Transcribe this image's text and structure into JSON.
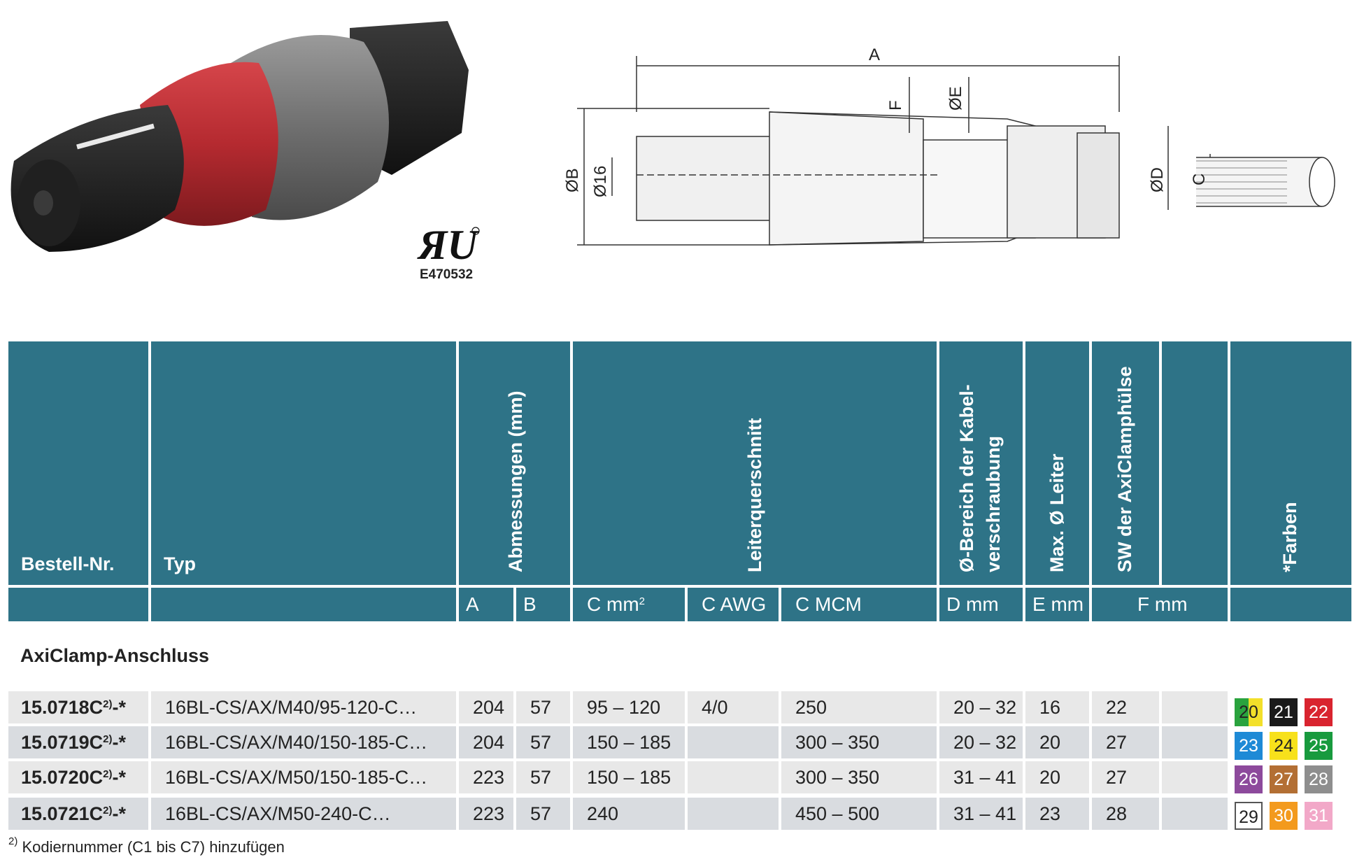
{
  "cert_code": "E470532",
  "drawing_labels": {
    "a": "A",
    "b": "ØB",
    "d16": "Ø16",
    "f": "F",
    "e": "ØE",
    "d": "ØD",
    "c": "C"
  },
  "table": {
    "header": {
      "bestell": "Bestell-Nr.",
      "typ": "Typ",
      "abmessungen": "Abmessungen (mm)",
      "leiterquerschnitt": "Leiterquerschnitt",
      "bereich_line1": "Ø-Bereich der Kabel-",
      "bereich_line2": "verschraubung",
      "max_leiter": "Max. Ø Leiter",
      "sw": "SW der AxiClamphülse",
      "farben": "*Farben"
    },
    "subheader": {
      "a": "A",
      "b": "B",
      "c_mm": "C mm",
      "c_mm_sup": "2",
      "c_awg": "C AWG",
      "c_mcm": "C MCM",
      "d": "D mm",
      "e": "E mm",
      "f": "F mm"
    },
    "section": "AxiClamp-Anschluss",
    "rows": [
      {
        "nr": "15.0718C",
        "sup": "2)",
        "suffix": "-*",
        "typ": "16BL-CS/AX/M40/95-120-C…",
        "a": "204",
        "b": "57",
        "cmm": "95 – 120",
        "awg": "4/0",
        "mcm": "250",
        "d": "20 – 32",
        "e": "16",
        "f": "22"
      },
      {
        "nr": "15.0719C",
        "sup": "2)",
        "suffix": "-*",
        "typ": "16BL-CS/AX/M40/150-185-C…",
        "a": "204",
        "b": "57",
        "cmm": "150 – 185",
        "awg": "",
        "mcm": "300 – 350",
        "d": "20 – 32",
        "e": "20",
        "f": "27"
      },
      {
        "nr": "15.0720C",
        "sup": "2)",
        "suffix": "-*",
        "typ": "16BL-CS/AX/M50/150-185-C…",
        "a": "223",
        "b": "57",
        "cmm": "150 – 185",
        "awg": "",
        "mcm": "300 – 350",
        "d": "31 – 41",
        "e": "20",
        "f": "27"
      },
      {
        "nr": "15.0721C",
        "sup": "2)",
        "suffix": "-*",
        "typ": "16BL-CS/AX/M50-240-C…",
        "a": "223",
        "b": "57",
        "cmm": "240",
        "awg": "",
        "mcm": "450 – 500",
        "d": "31 – 41",
        "e": "23",
        "f": "28"
      }
    ],
    "colors": [
      [
        {
          "n": "20",
          "bg": "green-yellow",
          "fg": "#222"
        },
        {
          "n": "21",
          "bg": "#1a1a1a",
          "fg": "#fff"
        },
        {
          "n": "22",
          "bg": "#d9242f",
          "fg": "#fff"
        }
      ],
      [
        {
          "n": "23",
          "bg": "#1e8ad6",
          "fg": "#fff"
        },
        {
          "n": "24",
          "bg": "#f7e11b",
          "fg": "#222"
        },
        {
          "n": "25",
          "bg": "#189a3e",
          "fg": "#fff"
        }
      ],
      [
        {
          "n": "26",
          "bg": "#8d4a9c",
          "fg": "#fff"
        },
        {
          "n": "27",
          "bg": "#b36f34",
          "fg": "#fff"
        },
        {
          "n": "28",
          "bg": "#8e8e8e",
          "fg": "#fff"
        }
      ],
      [
        {
          "n": "29",
          "bg": "#ffffff",
          "fg": "#222"
        },
        {
          "n": "30",
          "bg": "#f39a1d",
          "fg": "#fff"
        },
        {
          "n": "31",
          "bg": "#f2a8c8",
          "fg": "#fff"
        }
      ]
    ]
  },
  "footnote_mark": "2)",
  "footnote": "Kodiernummer (C1 bis C7) hinzufügen"
}
